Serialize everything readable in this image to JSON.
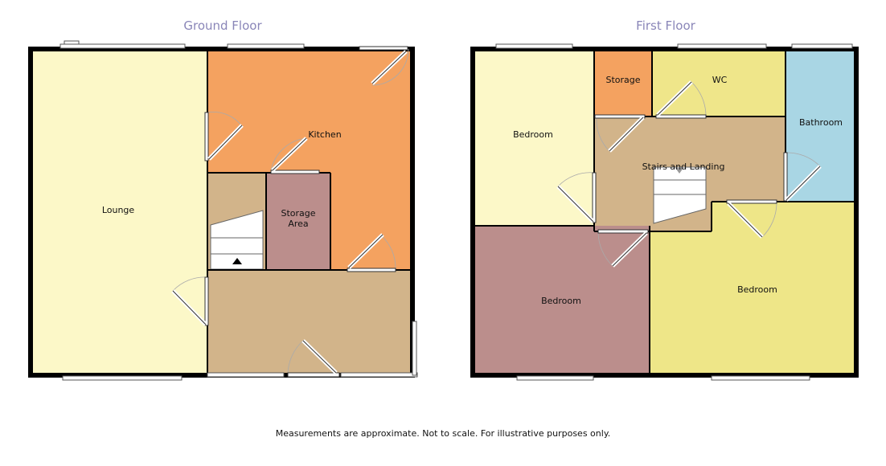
{
  "floors": {
    "ground": {
      "title": "Ground Floor",
      "rooms": {
        "lounge": "Lounge",
        "kitchen": "Kitchen",
        "storage_line1": "Storage",
        "storage_line2": "Area"
      }
    },
    "first": {
      "title": "First Floor",
      "rooms": {
        "storage": "Storage",
        "wc": "WC",
        "bathroom": "Bathroom",
        "bedroom_left": "Bedroom",
        "landing": "Stairs and Landing",
        "bedroom_bottom_left": "Bedroom",
        "bedroom_bottom_right": "Bedroom"
      }
    }
  },
  "disclaimer": "Measurements are approximate. Not to scale. For illustrative purposes only.",
  "colors": {
    "lounge": "#fcf8c8",
    "kitchen": "#f4a260",
    "hall": "#d2b48a",
    "storage_area": "#bb8e8c",
    "first_storage": "#f4a260",
    "wc": "#efe68a",
    "bathroom": "#a9d6e4",
    "bedroom_yellow": "#fcf8c8",
    "bedroom_mauve": "#bb8e8c",
    "bedroom_green": "#eee688",
    "landing": "#d2b48a",
    "wall": "#000000",
    "title": "#8a86b8"
  }
}
